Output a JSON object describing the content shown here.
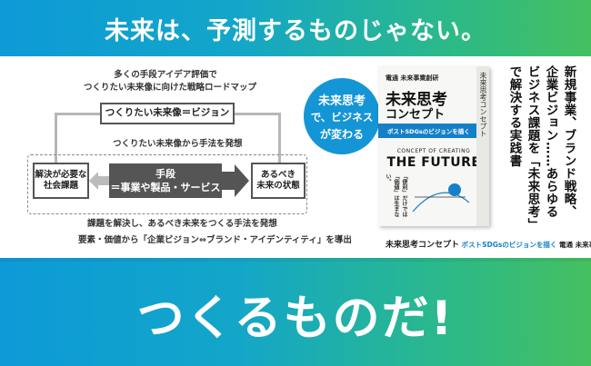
{
  "top_banner": "未来は、予測するものじゃない。",
  "diagram": {
    "header_line1": "多くの手段アイデア評価で",
    "header_line2": "つくりたい未来像に向けた戦略ロードマップ",
    "box_vision": "つくりたい未来像＝ビジョン",
    "label_method_from_vision": "つくりたい未来像から手法を発想",
    "box_problem_line1": "解決が必要な",
    "box_problem_line2": "社会課題",
    "box_means_line1": "手段",
    "box_means_line2": "＝事業や製品・サービス",
    "box_ideal_line1": "あるべき",
    "box_ideal_line2": "未来の状態",
    "label_solve": "課題を解決し、あるべき未来をつくる手法を発想",
    "label_bottom": "要素・価値から「企業ビジョン⇔ブランド・アイデンティティ」を導出"
  },
  "bubble": {
    "line1": "未来思考",
    "line2": "で、ビジネス",
    "line3": "が変わる"
  },
  "book": {
    "publisher": "電通 未来事業創研",
    "title_line1": "未来思考",
    "title_line2": "コンセプト",
    "band": "ポストSDGsのビジョンを描く",
    "concept_small": "CONCEPT OF CREATING",
    "future": "THE FUTURE",
    "quote": "「便利」だけでは「価値」は生まない。",
    "spine": "未来思考コンセプト"
  },
  "caption": {
    "title": "未来思考コンセプト",
    "sub": "ポストSDGsのビジョンを描く",
    "pub": "電通 未来事業創研"
  },
  "vertical": [
    "新規事業、ブランド戦略、",
    "企業ビジョン……あらゆる",
    "ビジネス課題を「未来思考」",
    "で解決する実践書"
  ],
  "big_text": "つくるものだ!"
}
